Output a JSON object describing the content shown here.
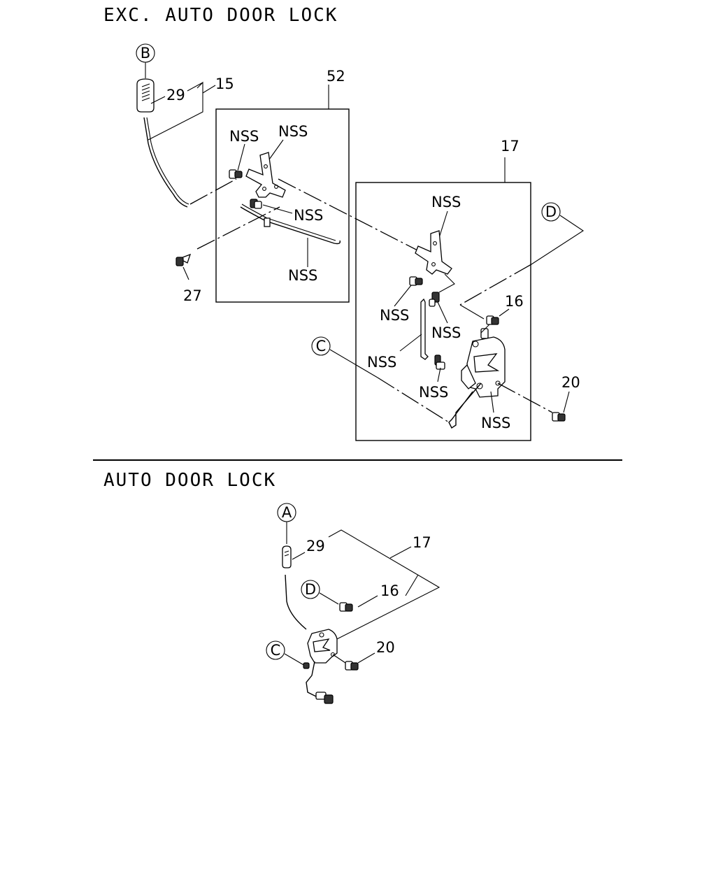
{
  "sections": {
    "exc": {
      "title": "EXC.  AUTO DOOR LOCK"
    },
    "auto": {
      "title": "AUTO DOOR LOCK"
    }
  },
  "refs": {
    "A": "A",
    "B": "B",
    "C": "C",
    "D": "D"
  },
  "exc_labels": {
    "p15": "15",
    "p29": "29",
    "p52": "52",
    "p17": "17",
    "p16": "16",
    "p20": "20",
    "p27": "27",
    "nss": "NSS"
  },
  "auto_labels": {
    "p29": "29",
    "p17": "17",
    "p16": "16",
    "p20": "20"
  }
}
